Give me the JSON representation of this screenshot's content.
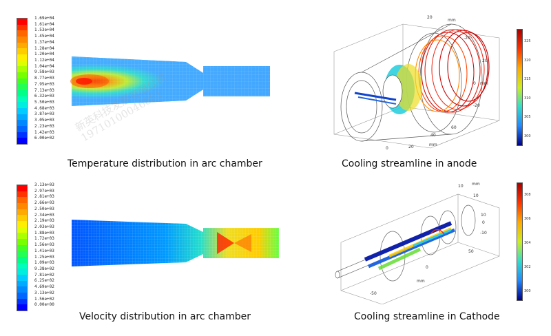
{
  "captions": {
    "temperature": "Temperature distribution in arc chamber",
    "anode": "Cooling streamline in anode",
    "velocity": "Velocity distribution in arc chamber",
    "cathode": "Cooling streamline in Cathode"
  },
  "watermark": {
    "line1": "新英科技发展有限公司",
    "line2": "19710100046881"
  },
  "temperature_legend": {
    "labels": [
      "1.69e+04",
      "1.61e+04",
      "1.53e+04",
      "1.45e+04",
      "1.37e+04",
      "1.28e+04",
      "1.20e+04",
      "1.12e+04",
      "1.04e+04",
      "9.58e+03",
      "8.77e+03",
      "7.95e+03",
      "7.13e+03",
      "6.32e+03",
      "5.50e+03",
      "4.68e+03",
      "3.87e+03",
      "3.05e+03",
      "2.23e+03",
      "1.42e+03",
      "6.00e+02"
    ],
    "colors": [
      "#ff0000",
      "#ff3300",
      "#ff6600",
      "#ff8800",
      "#ffaa00",
      "#ffcc00",
      "#ffee00",
      "#ddff00",
      "#aaff00",
      "#77ff00",
      "#44ff22",
      "#22ff55",
      "#00ff88",
      "#00ffbb",
      "#00eedd",
      "#00ccff",
      "#00aaff",
      "#0088ff",
      "#0066ff",
      "#0033ff",
      "#0000ff"
    ]
  },
  "velocity_legend": {
    "labels": [
      "3.13e+03",
      "2.97e+03",
      "2.81e+03",
      "2.66e+03",
      "2.50e+03",
      "2.34e+03",
      "2.19e+03",
      "2.03e+03",
      "1.88e+03",
      "1.72e+03",
      "1.56e+03",
      "1.41e+03",
      "1.25e+03",
      "1.09e+03",
      "9.38e+02",
      "7.81e+02",
      "6.25e+02",
      "4.69e+02",
      "3.13e+02",
      "1.56e+02",
      "0.00e+00"
    ],
    "colors": [
      "#ff0000",
      "#ff3300",
      "#ff6600",
      "#ff8800",
      "#ffaa00",
      "#ffcc00",
      "#ffee00",
      "#ddff00",
      "#aaff00",
      "#77ff00",
      "#44ff22",
      "#22ff55",
      "#00ff88",
      "#00ffbb",
      "#00eedd",
      "#00ccff",
      "#00aaff",
      "#0088ff",
      "#0066ff",
      "#0033ff",
      "#0000ff"
    ]
  },
  "anode_colorbar": {
    "labels": [
      "325",
      "320",
      "315",
      "310",
      "305",
      "300"
    ]
  },
  "cathode_colorbar": {
    "labels": [
      "308",
      "306",
      "304",
      "302",
      "300"
    ]
  },
  "anode_axes": {
    "top_labels": [
      "20",
      "mm",
      "-20"
    ],
    "right_labels": [
      "20",
      "0",
      "mm",
      "-20"
    ],
    "bottom_labels": [
      "40",
      "60",
      "20",
      "mm",
      "0"
    ]
  },
  "cathode_axes": {
    "top_labels": [
      "10",
      "mm",
      "10"
    ],
    "right_labels": [
      "10",
      "0",
      "-10"
    ],
    "bottom_labels": [
      "50",
      "0",
      "mm",
      "-50"
    ]
  }
}
